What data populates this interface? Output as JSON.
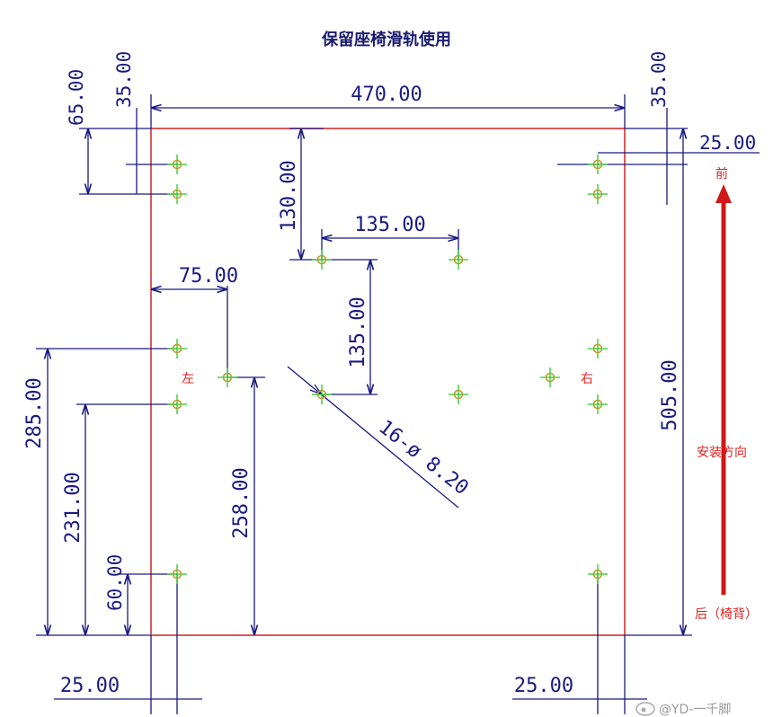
{
  "title": "保留座椅滑轨使用",
  "plate": {
    "width": 470.0,
    "height": 505.0,
    "outline_color": "#d23030"
  },
  "dimensions": {
    "top_width": "470.00",
    "top_left_35": "35.00",
    "top_left_65": "65.00",
    "top_right_35": "35.00",
    "right_25": "25.00",
    "height_505": "505.00",
    "d130": "130.00",
    "d135_h": "135.00",
    "d135_v": "135.00",
    "d75": "75.00",
    "d285": "285.00",
    "d231": "231.00",
    "d258": "258.00",
    "d60": "60.00",
    "bottom_left_25": "25.00",
    "bottom_right_25": "25.00",
    "holes_callout": "16-ø 8.20"
  },
  "labels": {
    "left": "左",
    "right": "右",
    "front": "前",
    "install_direction": "安装方向",
    "rear": "后（椅背）"
  },
  "watermark": "@YD-一千脚",
  "colors": {
    "dimension": "#1a1a80",
    "annotation": "#e02020",
    "hole_center": "#22cc22",
    "hole_ring": "#b8a030"
  },
  "icons": [
    "weibo-icon",
    "arrow-up-icon"
  ]
}
